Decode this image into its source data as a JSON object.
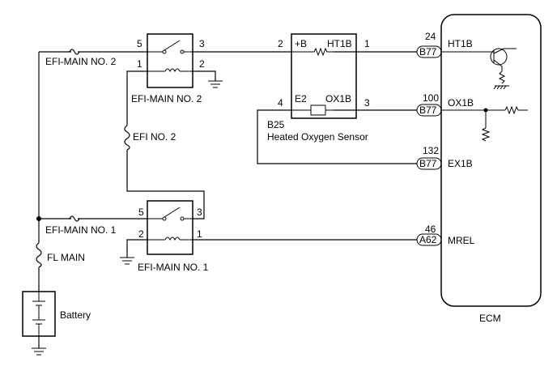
{
  "fuses": {
    "efi_main_2": "EFI-MAIN NO. 2",
    "efi_main_1": "EFI-MAIN NO. 1",
    "efi_2": "EFI NO. 2",
    "fl_main": "FL MAIN"
  },
  "relays": {
    "efi_main_2": {
      "label": "EFI-MAIN NO. 2",
      "pin5": "5",
      "pin3": "3",
      "pin1": "1",
      "pin2": "2"
    },
    "efi_main_1": {
      "label": "EFI-MAIN NO. 1",
      "pin5": "5",
      "pin3": "3",
      "pin2": "2",
      "pin1": "1"
    }
  },
  "sensor": {
    "connector": "B25",
    "name": "Heated Oxygen Sensor",
    "pin_b": "+B",
    "pin_ht1b": "HT1B",
    "pin_e2": "E2",
    "pin_ox1b": "OX1B",
    "pin2": "2",
    "pin1": "1",
    "pin4": "4",
    "pin3": "3"
  },
  "battery": {
    "label": "Battery"
  },
  "ecm": {
    "label": "ECM",
    "terminals": [
      {
        "num": "24",
        "conn": "B77",
        "name": "HT1B"
      },
      {
        "num": "100",
        "conn": "B77",
        "name": "OX1B"
      },
      {
        "num": "132",
        "conn": "B77",
        "name": "EX1B"
      },
      {
        "num": "46",
        "conn": "A62",
        "name": "MREL"
      }
    ]
  }
}
